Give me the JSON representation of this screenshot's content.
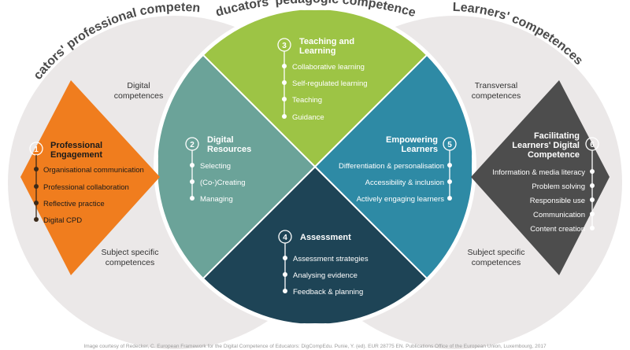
{
  "arc_titles": {
    "left": "Educators' professional competences",
    "middle": "Educators' pedagogic competences",
    "right": "Learners' competences"
  },
  "side_labels": {
    "left_top": [
      "Digital",
      "competences"
    ],
    "left_bottom": [
      "Subject specific",
      "competences"
    ],
    "right_top": [
      "Transversal",
      "competences"
    ],
    "right_bottom": [
      "Subject specific",
      "competences"
    ]
  },
  "areas": [
    {
      "number": "1",
      "title": [
        "Professional",
        "Engagement"
      ],
      "color": "#f07d1e",
      "items": [
        "Organisational communication",
        "Professional collaboration",
        "Reflective practice",
        "Digital CPD"
      ]
    },
    {
      "number": "2",
      "title": [
        "Digital",
        "Resources"
      ],
      "color": "#6ba399",
      "items": [
        "Selecting",
        "(Co-)Creating",
        "Managing"
      ]
    },
    {
      "number": "3",
      "title": [
        "Teaching and",
        "Learning"
      ],
      "color": "#9dc445",
      "items": [
        "Collaborative learning",
        "Self-regulated learning",
        "Teaching",
        "Guidance"
      ]
    },
    {
      "number": "4",
      "title": [
        "Assessment"
      ],
      "color": "#1e4456",
      "items": [
        "Assessment strategies",
        "Analysing evidence",
        "Feedback & planning"
      ]
    },
    {
      "number": "5",
      "title": [
        "Empowering",
        "Learners"
      ],
      "color": "#2e8aa5",
      "items": [
        "Differentiation & personalisation",
        "Accessibility & inclusion",
        "Actively engaging learners"
      ]
    },
    {
      "number": "6",
      "title": [
        "Facilitating",
        "Learners' Digital",
        "Competence"
      ],
      "color": "#4d4d4d",
      "items": [
        "Information & media literacy",
        "Problem solving",
        "Responsible use",
        "Communication",
        "Content creation"
      ]
    }
  ],
  "footer": "Image courtesy of Redecker, C. European Framework for the Digital Competence of Educators: DigCompEdu. Punie, Y. (ed). EUR 28775 EN. Publications Office of the European Union, Luxembourg, 2017"
}
